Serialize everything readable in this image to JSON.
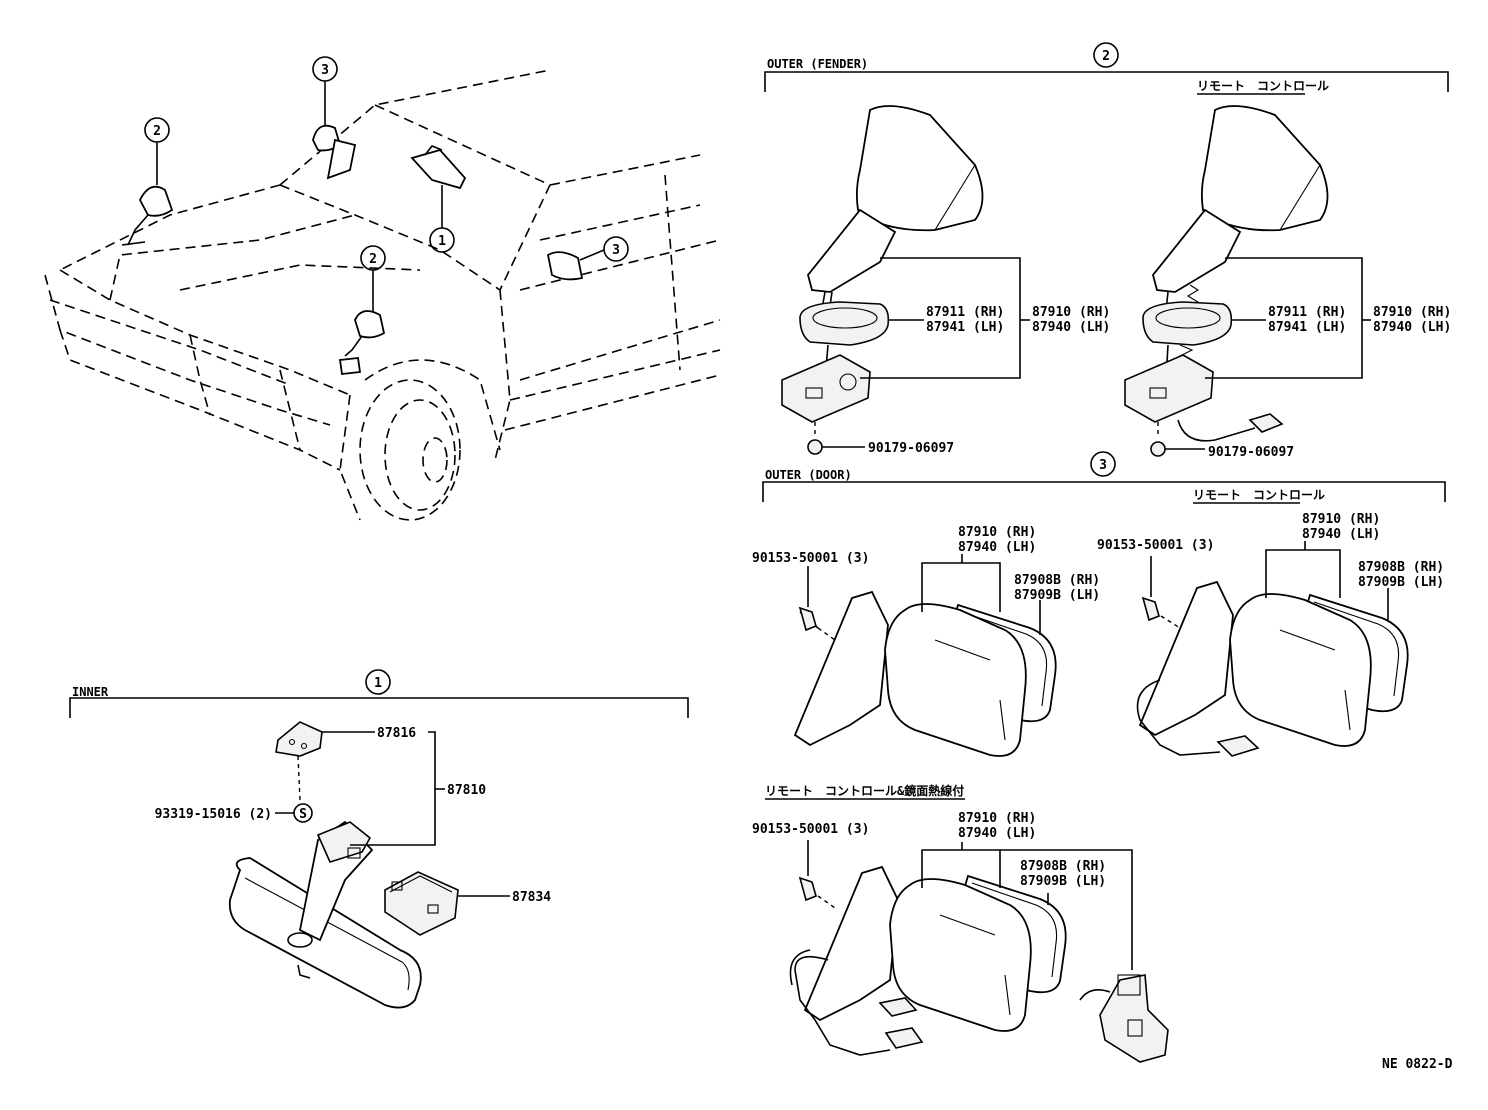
{
  "sections": {
    "inner": "INNER",
    "outer_fender": "OUTER (FENDER)",
    "outer_door": "OUTER (DOOR)",
    "remote_control": "リモート　コントロール",
    "remote_control_heater": "リモート　コントロール&鏡面熱線付"
  },
  "callouts": {
    "one": "1",
    "two": "2",
    "three": "3",
    "s": "S"
  },
  "parts": {
    "p87816": "87816",
    "p87810": "87810",
    "p87834": "87834",
    "p93319": "93319-15016 (2)",
    "p87911": "87911 (RH)",
    "p87941": "87941 (LH)",
    "p87910": "87910 (RH)",
    "p87940": "87940 (LH)",
    "p90179": "90179-06097",
    "p90153": "90153-50001 (3)",
    "p87908": "87908B (RH)",
    "p87909": "87909B (LH)"
  },
  "diagram_code": "NE 0822-D"
}
